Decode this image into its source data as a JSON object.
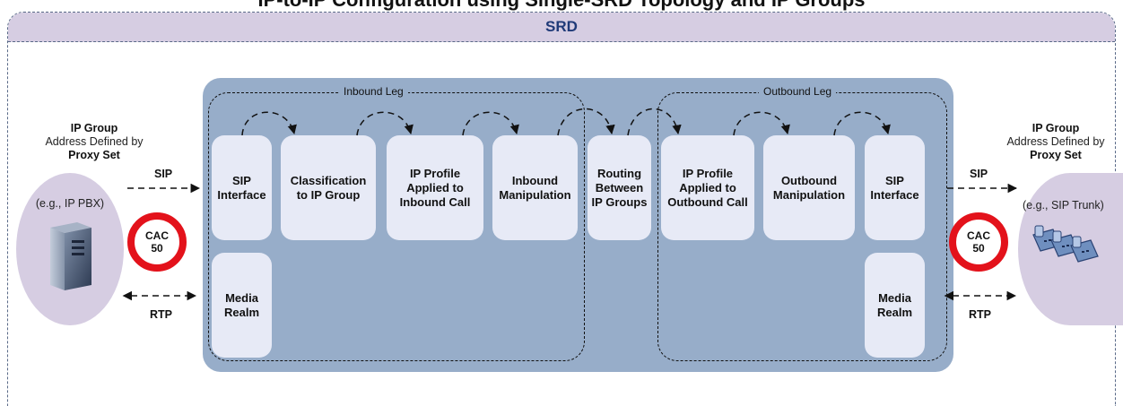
{
  "title": "IP-to-IP Configuration using Single-SRD Topology and IP Groups",
  "srd_label": "SRD",
  "inbound_leg_label": "Inbound Leg",
  "outbound_leg_label": "Outbound Leg",
  "left_endpoint": {
    "heading": "IP Group",
    "sub": "Address Defined by",
    "sub_bold": "Proxy Set",
    "example": "(e.g., IP PBX)",
    "icon": "server-icon"
  },
  "right_endpoint": {
    "heading": "IP Group",
    "sub": "Address Defined by",
    "sub_bold": "Proxy Set",
    "example": "(e.g., SIP Trunk)",
    "icon": "ip-phones-icon"
  },
  "cac": {
    "line1": "CAC",
    "line2": "50"
  },
  "protocols": {
    "sip": "SIP",
    "rtp": "RTP"
  },
  "inbound_boxes": [
    [
      "SIP",
      "Interface"
    ],
    [
      "Classification",
      "to IP Group"
    ],
    [
      "IP Profile",
      "Applied to",
      "Inbound Call"
    ],
    [
      "Inbound",
      "Manipulation"
    ]
  ],
  "routing_box": [
    "Routing",
    "Between",
    "IP Groups"
  ],
  "outbound_boxes": [
    [
      "IP Profile",
      "Applied to",
      "Outbound Call"
    ],
    [
      "Outbound",
      "Manipulation"
    ],
    [
      "SIP",
      "Interface"
    ]
  ],
  "media_realm": [
    "Media",
    "Realm"
  ],
  "colors": {
    "srd_band": "#d6cde2",
    "main_area": "#97adc9",
    "process_box": "#e7eaf6",
    "cac_ring": "#e3121b",
    "srd_text": "#1f3a78"
  }
}
